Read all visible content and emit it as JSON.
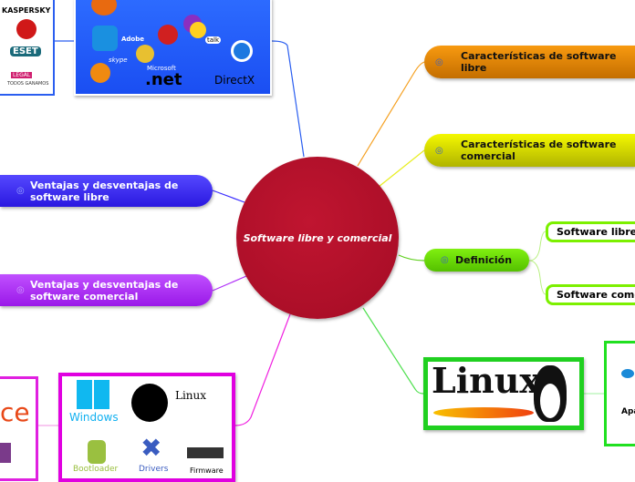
{
  "central": "Software libre y comercial",
  "right_nodes": [
    {
      "label": "Características de software libre",
      "color": "#f08c00"
    },
    {
      "label": "Características de software comercial",
      "color": "#dde400"
    },
    {
      "label": "Definición",
      "color": "#6de000"
    }
  ],
  "definition_children": [
    "Software libre",
    "Software comercial"
  ],
  "left_nodes": [
    {
      "label": "Ventajas y desventajas de software libre",
      "color": "#3a2cff"
    },
    {
      "label": "Ventajas y desventajas de software comercial",
      "color": "#b030f8"
    }
  ],
  "top_image_logos": [
    "Adobe",
    "skype",
    "Microsoft",
    ".net",
    "DirectX",
    "talk"
  ],
  "antivirus_logos": [
    "KASPERSKY",
    "ESET",
    "LEGAL",
    "TODOS GANAMOS"
  ],
  "os_image_logos": [
    "Windows",
    "Linux",
    "Bootloader",
    "Drivers",
    "Firmware"
  ],
  "linux_logo": "Linux",
  "right_partial": "Apa",
  "office_partial": "ce"
}
